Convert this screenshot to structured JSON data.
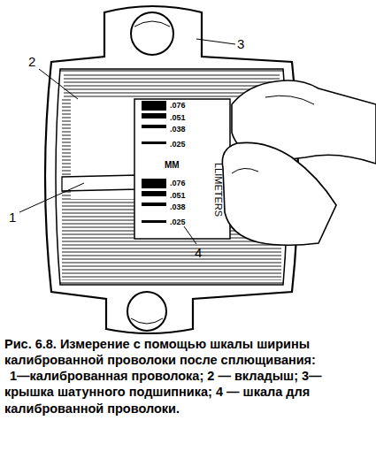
{
  "diagram": {
    "caption": "Рис. 6.8. Измерение с помощью шкалы ширины калиброванной проволоки после сплющивания:",
    "nodes": [
      {
        "text": [
          ".076",
          ".051",
          ".038",
          ".025",
          "MM",
          ".076",
          ".051",
          ".038",
          ".025",
          "LLIMETERS"
        ]
      }
    ],
    "labels": [
      "1",
      "2",
      "3",
      "4",
      "1—калиброванная проволока; 2 — вкладыш; 3— крышка шатунного подшипника; 4 — шкала для калиброванной проволоки."
    ]
  }
}
